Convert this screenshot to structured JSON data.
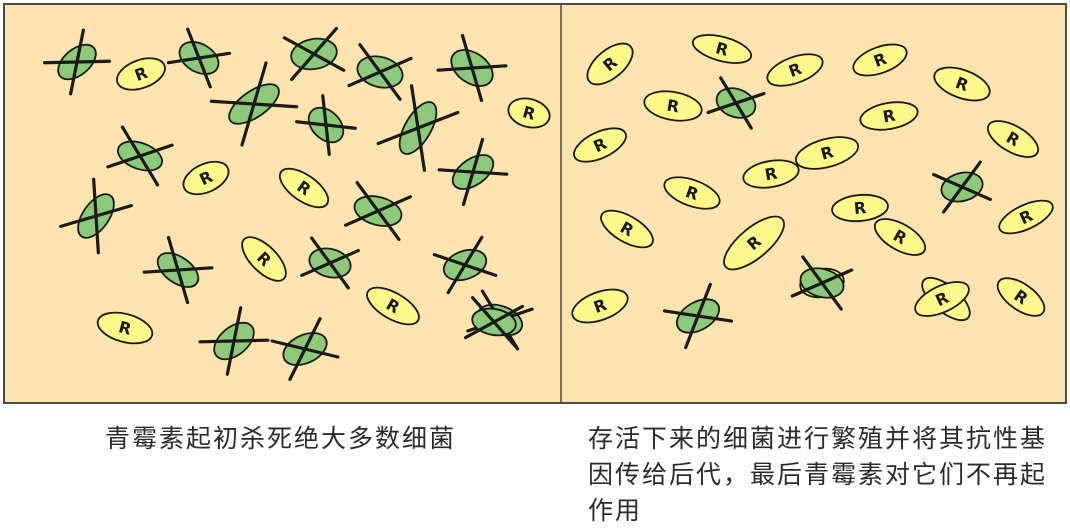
{
  "colors": {
    "background": "#fde3b0",
    "border": "#4a4a4a",
    "killed_fill": "#8cc97a",
    "resistant_fill": "#fdf88a",
    "outline": "#1a1a1a"
  },
  "resistant_marker": "R",
  "panels": {
    "left": {
      "caption": "青霉素起初杀死绝大多数细菌",
      "bacteria": [
        {
          "status": "killed",
          "angle": -40
        },
        {
          "status": "resistant",
          "angle": -20
        },
        {
          "status": "killed",
          "angle": 30
        },
        {
          "status": "killed",
          "angle": -10
        },
        {
          "status": "killed",
          "angle": 15
        },
        {
          "status": "killed",
          "angle": 35
        },
        {
          "status": "resistant",
          "angle": 15
        },
        {
          "status": "killed",
          "angle": -35
        },
        {
          "status": "killed",
          "angle": 45
        },
        {
          "status": "killed",
          "angle": -60
        },
        {
          "status": "killed",
          "angle": 20
        },
        {
          "status": "resistant",
          "angle": -25
        },
        {
          "status": "killed",
          "angle": -35
        },
        {
          "status": "killed",
          "angle": -55
        },
        {
          "status": "resistant",
          "angle": 35
        },
        {
          "status": "killed",
          "angle": 15
        },
        {
          "status": "killed",
          "angle": 35
        },
        {
          "status": "resistant",
          "angle": 45
        },
        {
          "status": "killed",
          "angle": 15
        },
        {
          "status": "killed",
          "angle": -20
        },
        {
          "status": "resistant",
          "angle": 30
        },
        {
          "status": "killed",
          "angle": 20
        },
        {
          "status": "resistant",
          "angle": 15
        },
        {
          "status": "killed",
          "angle": -40
        },
        {
          "status": "killed",
          "angle": -25
        },
        {
          "status": "killed",
          "angle": 10
        }
      ]
    },
    "right": {
      "caption": "存活下来的细菌进行繁殖并将其抗性基因传给后代，最后青霉素对它们不再起作用",
      "bacteria": [
        {
          "status": "resistant",
          "angle": -40
        },
        {
          "status": "resistant",
          "angle": 15
        },
        {
          "status": "resistant",
          "angle": -20
        },
        {
          "status": "resistant",
          "angle": -20
        },
        {
          "status": "resistant",
          "angle": 20
        },
        {
          "status": "resistant",
          "angle": 10
        },
        {
          "status": "killed",
          "angle": 20
        },
        {
          "status": "resistant",
          "angle": -10
        },
        {
          "status": "resistant",
          "angle": 30
        },
        {
          "status": "resistant",
          "angle": -25
        },
        {
          "status": "resistant",
          "angle": -10
        },
        {
          "status": "resistant",
          "angle": -15
        },
        {
          "status": "resistant",
          "angle": 20
        },
        {
          "status": "resistant",
          "angle": -5
        },
        {
          "status": "resistant",
          "angle": 30
        },
        {
          "status": "killed",
          "angle": -15
        },
        {
          "status": "resistant",
          "angle": -25
        },
        {
          "status": "resistant",
          "angle": 30
        },
        {
          "status": "resistant",
          "angle": -40
        },
        {
          "status": "resistant",
          "angle": -10
        },
        {
          "status": "resistant",
          "angle": 40
        },
        {
          "status": "killed",
          "angle": -30
        },
        {
          "status": "resistant",
          "angle": -20
        },
        {
          "status": "killed",
          "angle": 15
        },
        {
          "status": "resistant",
          "angle": -25
        },
        {
          "status": "resistant",
          "angle": 35
        }
      ]
    }
  }
}
